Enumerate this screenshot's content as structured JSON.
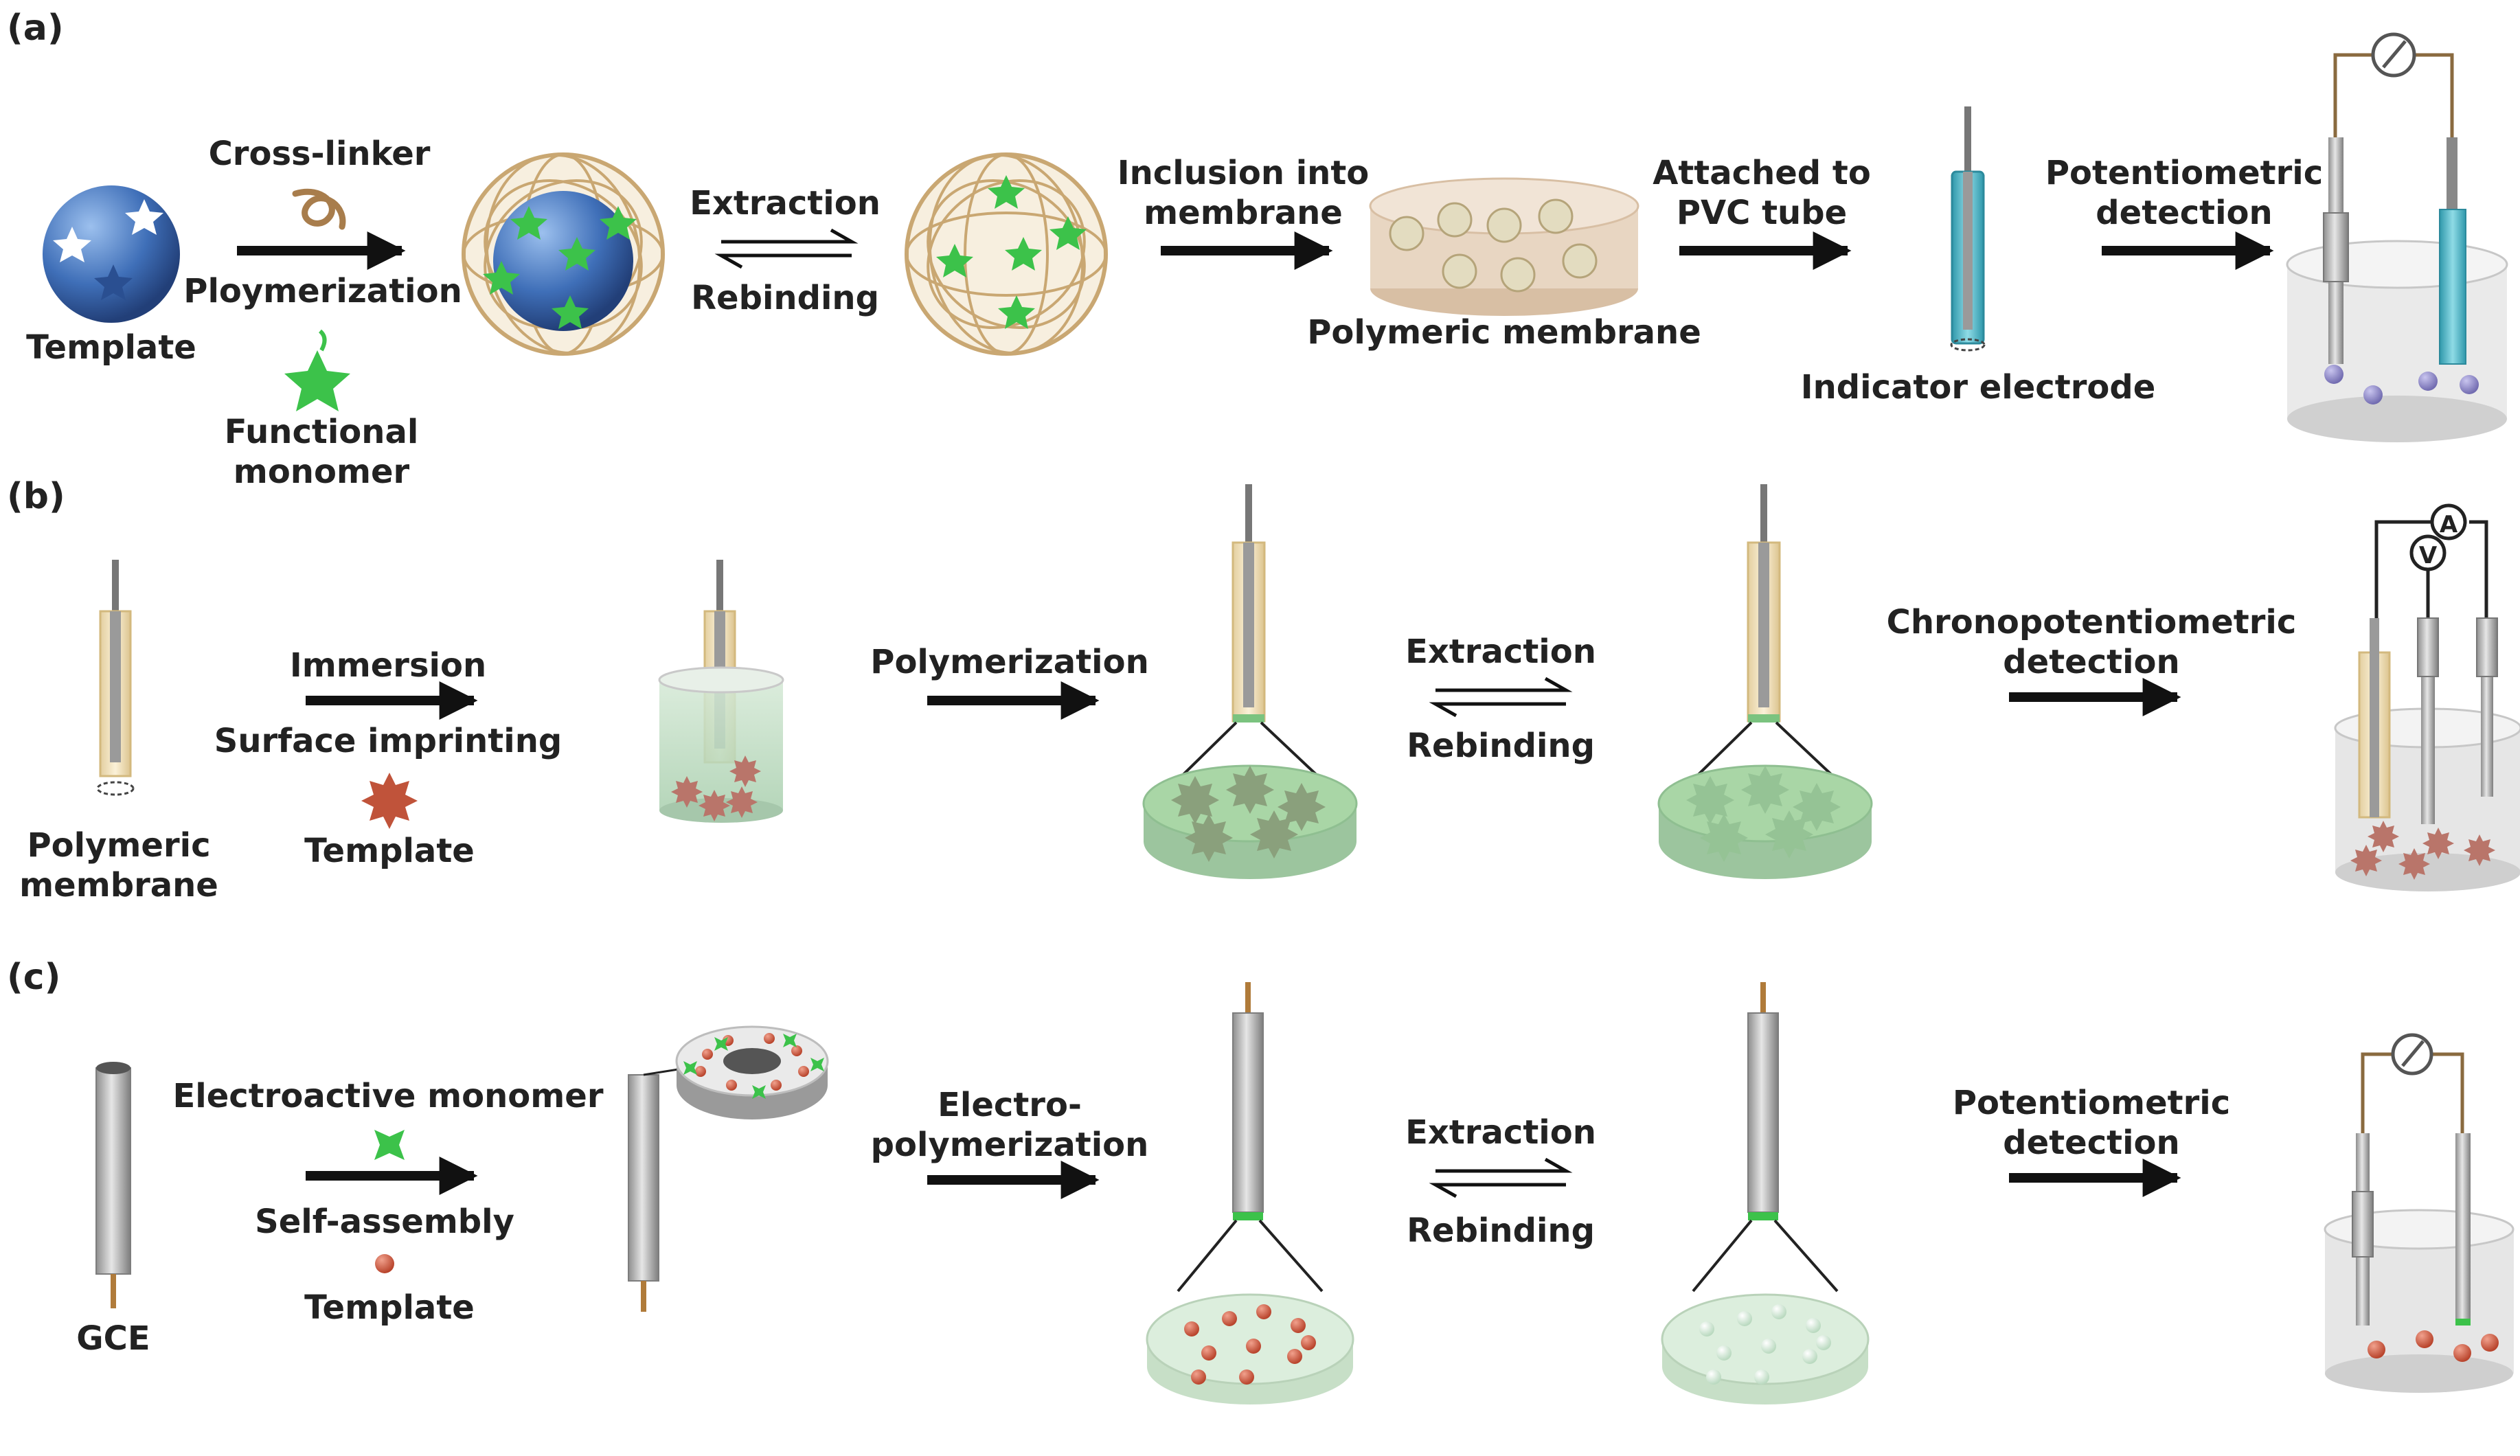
{
  "panels": {
    "a": {
      "tag": "(a)",
      "template": "Template",
      "cross_linker": "Cross-linker",
      "polymerization": "Ploymerization",
      "functional_monomer_1": "Functional",
      "functional_monomer_2": "monomer",
      "extraction": "Extraction",
      "rebinding": "Rebinding",
      "inclusion_1": "Inclusion into",
      "inclusion_2": "membrane",
      "polymeric_membrane": "Polymeric membrane",
      "attached_1": "Attached to",
      "attached_2": "PVC tube",
      "indicator_electrode": "Indicator electrode",
      "detection_1": "Potentiometric",
      "detection_2": "detection"
    },
    "b": {
      "tag": "(b)",
      "polymeric_1": "Polymeric",
      "polymeric_2": "membrane",
      "immersion": "Immersion",
      "surface_imprinting": "Surface imprinting",
      "template": "Template",
      "polymerization": "Polymerization",
      "extraction": "Extraction",
      "rebinding": "Rebinding",
      "detection_1": "Chronopotentiometric",
      "detection_2": "detection",
      "meter_a": "A",
      "meter_v": "V"
    },
    "c": {
      "tag": "(c)",
      "gce": "GCE",
      "electroactive_monomer": "Electroactive monomer",
      "self_assembly": "Self-assembly",
      "template": "Template",
      "electro_1": "Electro-",
      "electro_2": "polymerization",
      "extraction": "Extraction",
      "rebinding": "Rebinding",
      "detection_1": "Potentiometric",
      "detection_2": "detection"
    }
  },
  "colors": {
    "template_blue": "#3f6fb8",
    "monomer_green": "#3cc24a",
    "cage_tan": "#c9a772",
    "electrode_teal": "#4fb9c9",
    "membrane_green": "#a9d6a6",
    "template_red": "#c0533a",
    "analyte_purple": "#8c86c6"
  }
}
